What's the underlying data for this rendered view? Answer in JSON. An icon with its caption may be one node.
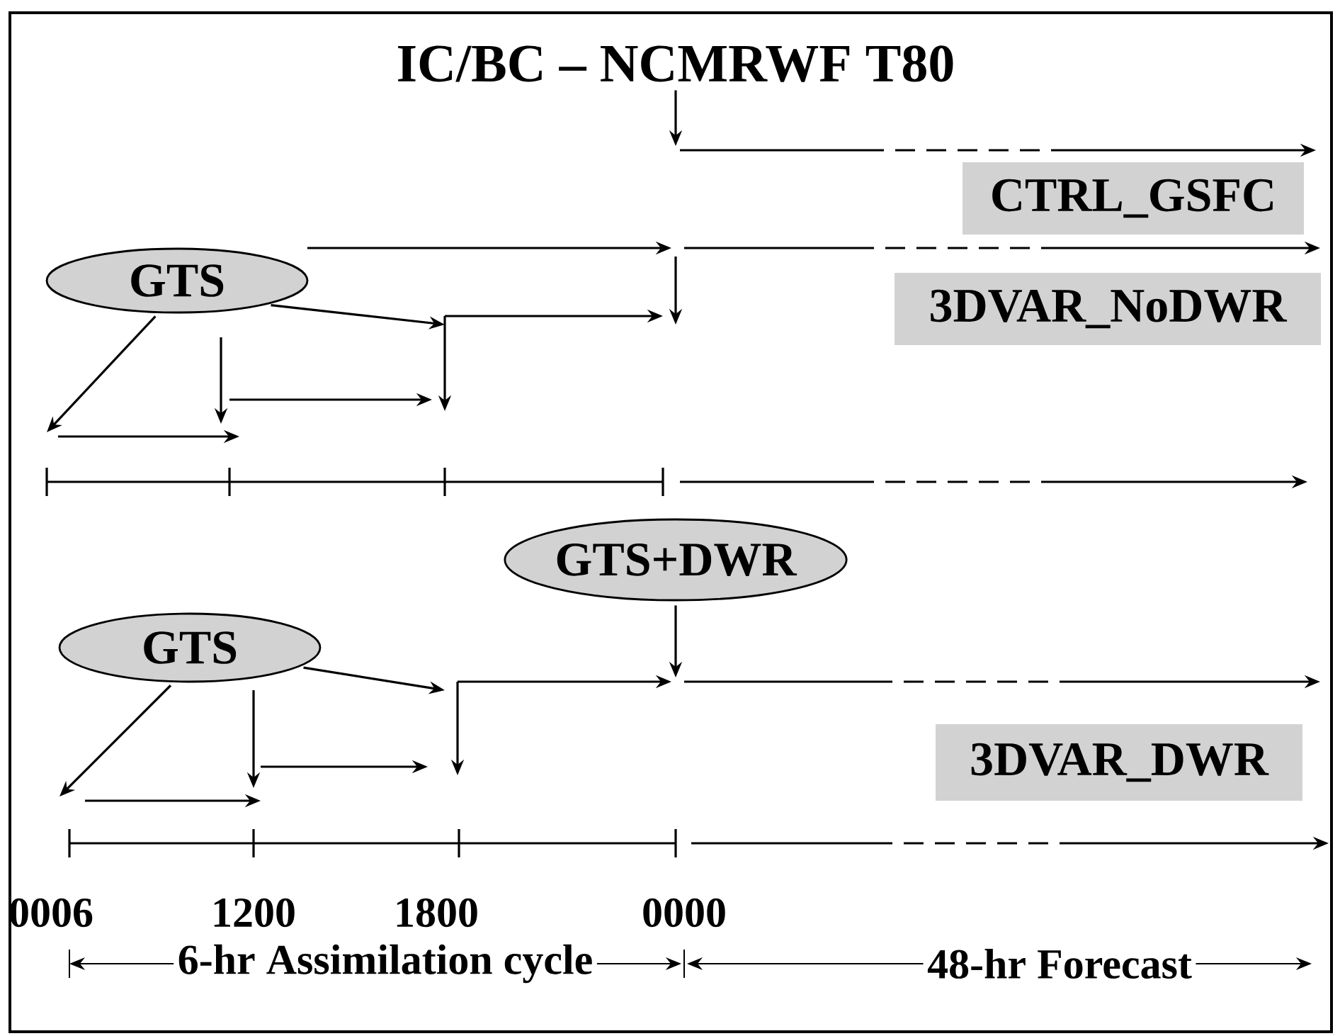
{
  "diagram": {
    "nodes": [
      {
        "text": [
          "IC/BC – NCMRWF T80"
        ]
      },
      {
        "text": [
          "CTRL_GSFC"
        ]
      },
      {
        "text": [
          "GTS"
        ]
      },
      {
        "text": [
          "3DVAR_NoDWR"
        ]
      },
      {
        "text": [
          "GTS+DWR"
        ]
      },
      {
        "text": [
          "GTS"
        ]
      },
      {
        "text": [
          "3DVAR_DWR"
        ]
      }
    ],
    "edges": [
      {
        "from": 0,
        "to": null,
        "arrow": "to"
      },
      {
        "from": 2,
        "to": null,
        "arrow": "to"
      },
      {
        "from": 2,
        "to": null,
        "arrow": "to"
      },
      {
        "from": 4,
        "to": null,
        "arrow": "to"
      },
      {
        "from": 5,
        "to": null,
        "arrow": "to"
      },
      {
        "from": 5,
        "to": null,
        "arrow": "to"
      }
    ],
    "labels": [
      "0006",
      "1200",
      "1800",
      "0000",
      "6-hr Assimilation cycle",
      "48-hr Forecast"
    ]
  }
}
